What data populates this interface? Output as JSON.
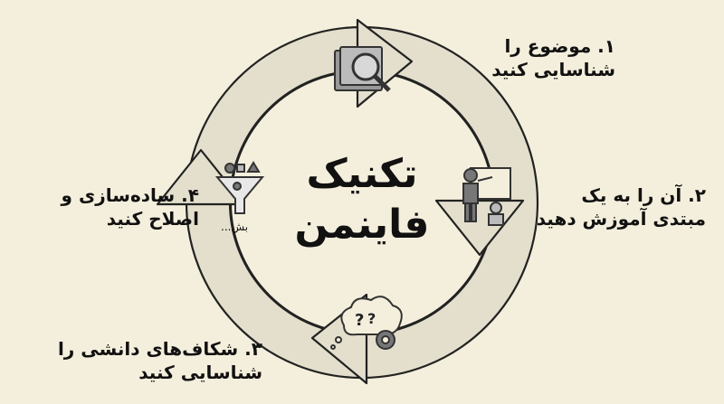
{
  "center": {
    "line1": "تکنیک",
    "line2": "فاینمن"
  },
  "steps": [
    {
      "line1": "۱. موضوع را",
      "line2": "شناسایی کنید",
      "icon": "book-magnifier-icon"
    },
    {
      "line1": "۲. آن را به یک",
      "line2": "مبتدی آموزش دهید",
      "icon": "teacher-student-icon"
    },
    {
      "line1": "۳. شکاف‌های دانشی را",
      "line2": "شناسایی کنید",
      "icon": "thought-question-gear-icon"
    },
    {
      "line1": "۴. ساده‌سازی و",
      "line2": "اصلاح کنید",
      "icon": "funnel-icon"
    }
  ],
  "funnel_caption": "بش...",
  "colors": {
    "background": "#f4efdc",
    "ring": "#e3dfcc",
    "stroke": "#222222"
  }
}
